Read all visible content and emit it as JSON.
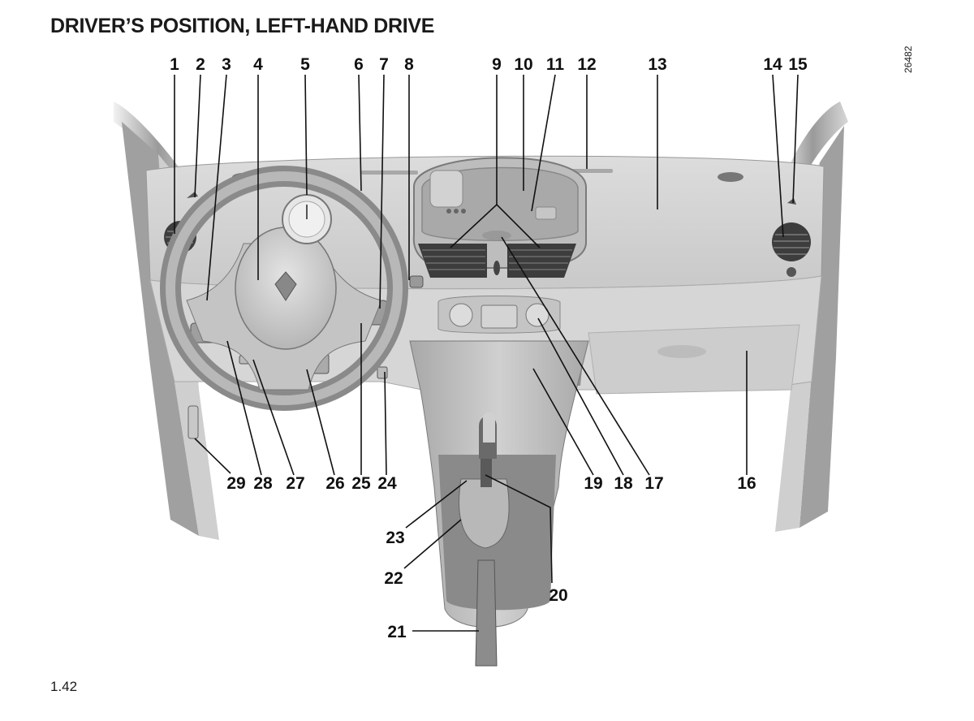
{
  "page": {
    "title": "DRIVER’S POSITION, LEFT-HAND DRIVE",
    "page_number": "1.42",
    "reference_code": "26482"
  },
  "callouts": [
    "1",
    "2",
    "3",
    "4",
    "5",
    "6",
    "7",
    "8",
    "9",
    "10",
    "11",
    "12",
    "13",
    "14",
    "15",
    "16",
    "17",
    "18",
    "19",
    "20",
    "21",
    "22",
    "23",
    "24",
    "25",
    "26",
    "27",
    "28",
    "29"
  ]
}
